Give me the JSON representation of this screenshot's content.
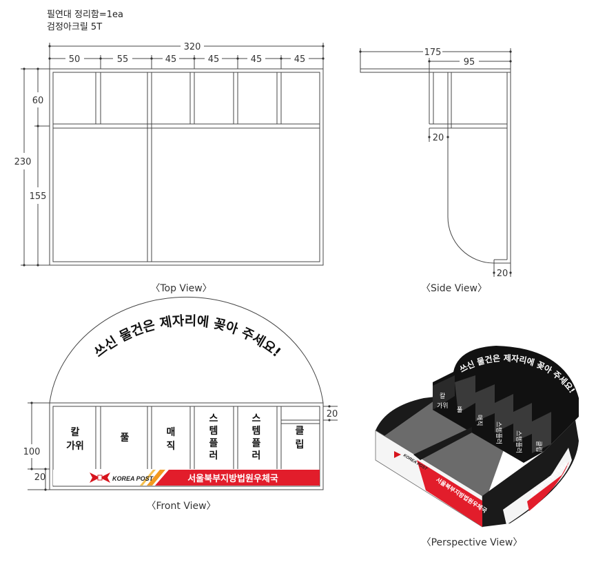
{
  "header": {
    "line1": "필연대 정리함=1ea",
    "line2": "검정아크릴 5T"
  },
  "top_view": {
    "overall_width": "320",
    "column_widths": [
      "50",
      "55",
      "45",
      "45",
      "45",
      "45"
    ],
    "overall_height": "230",
    "row_upper": "60",
    "row_lower": "155",
    "caption": "〈Top View〉"
  },
  "side_view": {
    "depth_total": "175",
    "depth_upper": "95",
    "shelf_thickness": "20",
    "base_thickness": "20",
    "caption": "〈Side View〉"
  },
  "front_view": {
    "arch_text": "쓰신 물건은 제자리에 꽂아 주세요!",
    "slots": [
      [
        "칼",
        "가위"
      ],
      [
        "풀"
      ],
      [
        "매",
        "직"
      ],
      [
        "스",
        "템",
        "플",
        "러"
      ],
      [
        "스",
        "템",
        "플",
        "러"
      ],
      [
        "클",
        "립"
      ]
    ],
    "height": "100",
    "base_height": "20",
    "side_offset": "20",
    "logo_text": "KOREA POST",
    "banner_text": "서울북부지방법원우체국",
    "caption": "〈Front View〉"
  },
  "perspective_view": {
    "arch_text": "쓰신 물건은 제자리에 꽂아 주세요!",
    "slot_labels": [
      [
        "칼",
        "가위"
      ],
      [
        "풀"
      ],
      [
        "매직"
      ],
      [
        "스템플러"
      ],
      [
        "스템플러"
      ],
      [
        "클립"
      ]
    ],
    "logo_text": "KOREA POST",
    "banner_text": "서울북부지방법원우체국",
    "caption": "〈Perspective View〉"
  },
  "colors": {
    "line": "#444444",
    "banner_red": "#e21d2b",
    "logo_red": "#d7141d",
    "logo_orange": "#f29a1f",
    "acrylic": "#1a1a1a",
    "acrylic_floor": "#6b6b6b"
  }
}
